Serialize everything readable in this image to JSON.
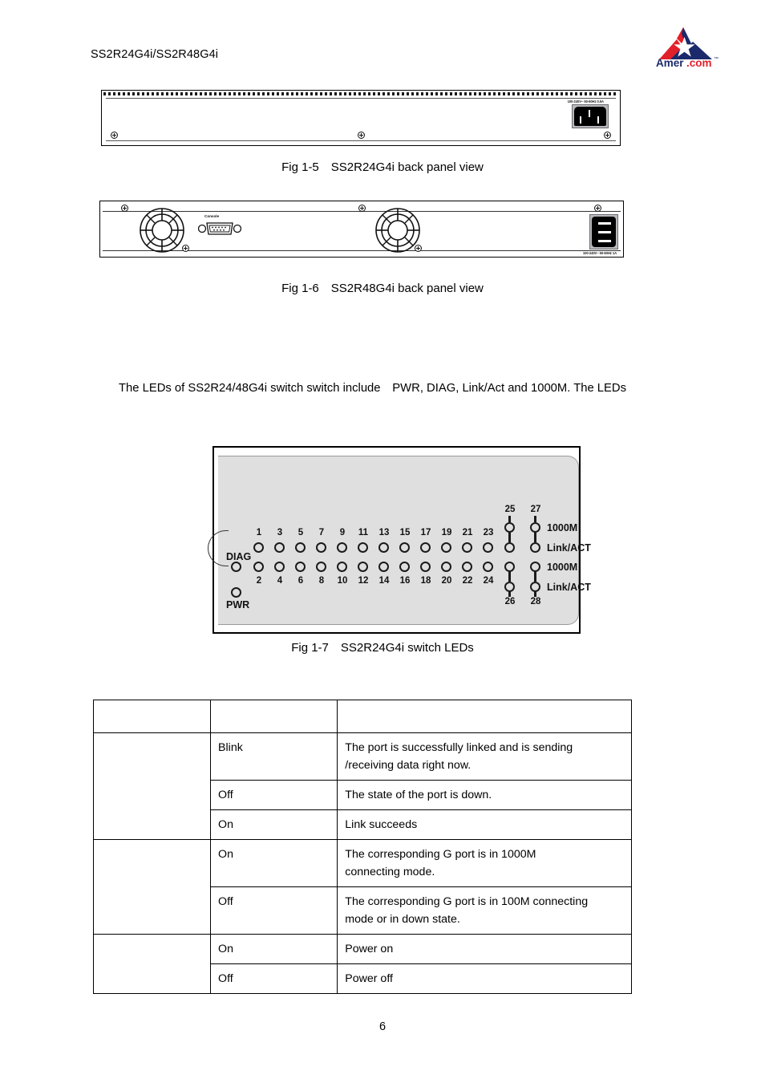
{
  "header": {
    "model_line": "SS2R24G4i/SS2R48G4i",
    "logo": {
      "wordmark_primary": "Amer",
      "wordmark_dot": ".",
      "wordmark_secondary": "com",
      "trademark": "™",
      "navy": "#1b2a6b",
      "red": "#e1202a"
    }
  },
  "figures": [
    {
      "id": "fig-1-5",
      "caption": "Fig 1-5 SS2R24G4i back panel view",
      "power_rating": "100-240V~ 50-60Hz 0.5A"
    },
    {
      "id": "fig-1-6",
      "caption": "Fig 1-6 SS2R48G4i back panel view",
      "console_label": "Console",
      "power_rating": "100-240V~ 50-60Hz 1A"
    },
    {
      "id": "fig-1-7",
      "caption": "Fig 1-7 SS2R24G4i switch LEDs"
    }
  ],
  "body": {
    "led_intro": "The LEDs of SS2R24/48G4i switch switch include PWR, DIAG, Link/Act and 1000M. The LEDs"
  },
  "led_panel": {
    "diag_label": "DIAG",
    "pwr_label": "PWR",
    "odd_ports": [
      "1",
      "3",
      "5",
      "7",
      "9",
      "11",
      "13",
      "15",
      "17",
      "19",
      "21",
      "23"
    ],
    "even_ports": [
      "2",
      "4",
      "6",
      "8",
      "10",
      "12",
      "14",
      "16",
      "18",
      "20",
      "22",
      "24"
    ],
    "uplink_top_ports": [
      "25",
      "27"
    ],
    "uplink_bottom_ports": [
      "26",
      "28"
    ],
    "right_labels": [
      "1000M",
      "Link/ACT",
      "1000M",
      "Link/ACT"
    ]
  },
  "led_table": {
    "header": [
      "",
      "",
      ""
    ],
    "rows": [
      {
        "name": "",
        "state": "Blink",
        "description_lines": [
          "The  port  is  successfully  linked  and  is  sending",
          "/receiving data right now."
        ]
      },
      {
        "name": "",
        "state": "Off",
        "description_lines": [
          "The state of the port is down."
        ]
      },
      {
        "name": "",
        "state": "On",
        "description_lines": [
          "Link succeeds"
        ]
      },
      {
        "name": "",
        "state": "On",
        "description_lines": [
          "The    corresponding    G    port    is    in    1000M",
          "connecting mode."
        ]
      },
      {
        "name": "",
        "state": "Off",
        "description_lines": [
          "The corresponding G port is in 100M connecting",
          " mode or in down state."
        ]
      },
      {
        "name": "",
        "state": "On",
        "description_lines": [
          "Power on"
        ]
      },
      {
        "name": "",
        "state": "Off",
        "description_lines": [
          "Power off"
        ]
      }
    ]
  },
  "footer": {
    "page_number": "6"
  }
}
